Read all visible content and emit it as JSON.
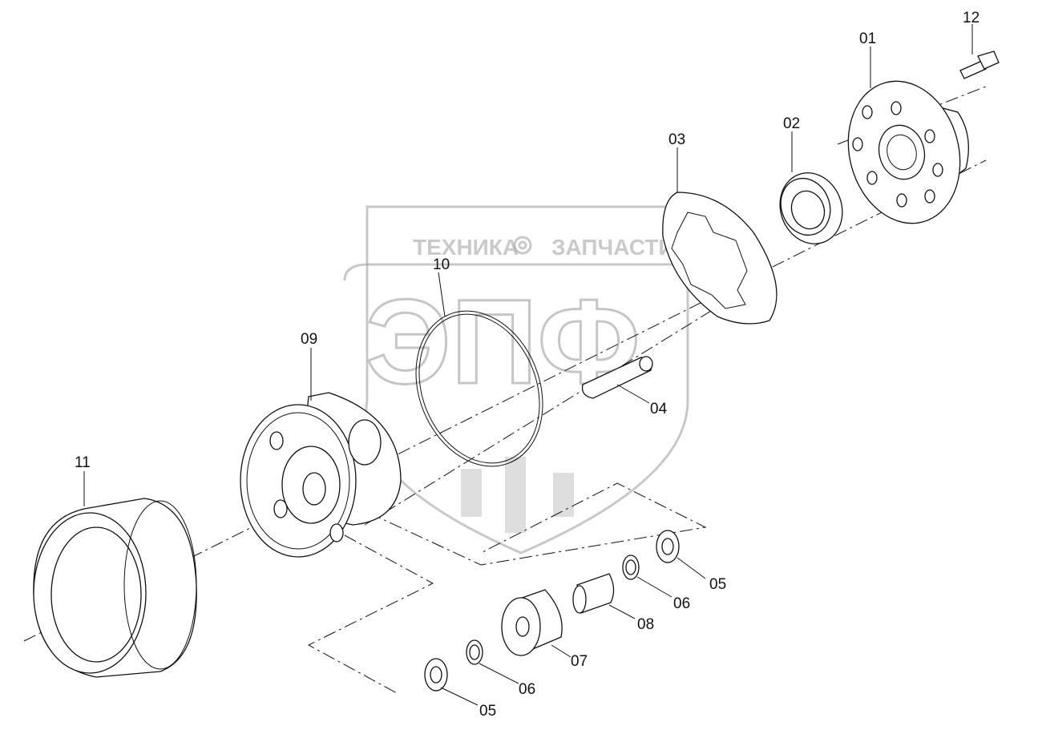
{
  "watermark": {
    "top_text_left": "ТЕХНИКА",
    "top_text_right": "ЗАПЧАСТИ",
    "logo_letters": "ЭПФ",
    "gear_icon": "gear-icon"
  },
  "callouts": {
    "p01": "01",
    "p02": "02",
    "p03": "03",
    "p04": "04",
    "p05a": "05",
    "p05b": "05",
    "p06a": "06",
    "p06b": "06",
    "p07": "07",
    "p08": "08",
    "p09": "09",
    "p10": "10",
    "p11": "11",
    "p12": "12"
  }
}
